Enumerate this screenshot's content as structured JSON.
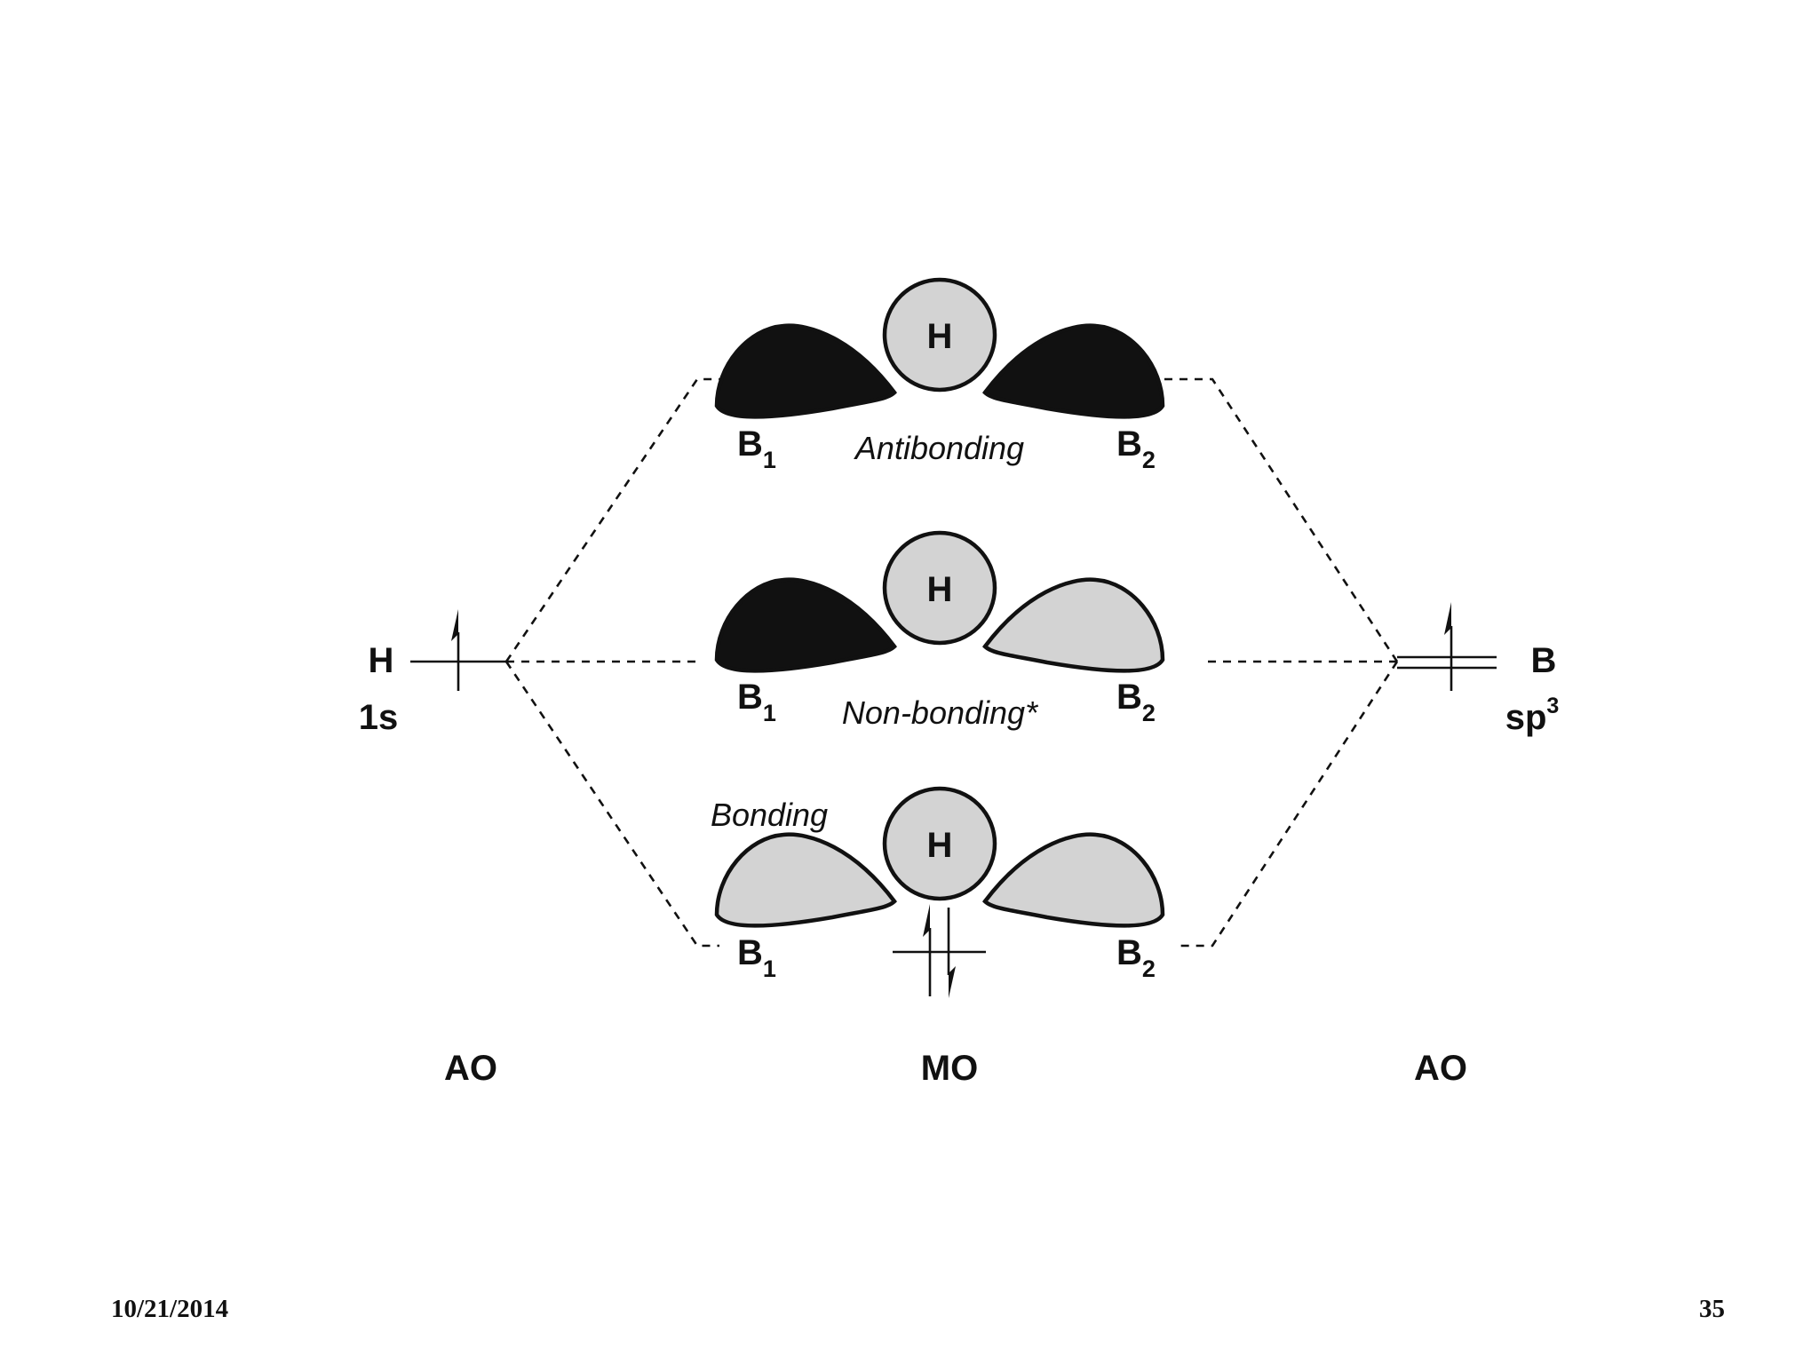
{
  "diagram": {
    "left_ao": {
      "element": "H",
      "orbital": "1s"
    },
    "right_ao": {
      "element": "B",
      "orbital": "sp",
      "orbital_sup": "3"
    },
    "mo_levels": [
      {
        "label": "Antibonding",
        "left_lobe_phase": "dark",
        "right_lobe_phase": "dark"
      },
      {
        "label": "Non-bonding*",
        "left_lobe_phase": "dark",
        "right_lobe_phase": "light"
      },
      {
        "label": "Bonding",
        "left_lobe_phase": "light",
        "right_lobe_phase": "light"
      }
    ],
    "center_atom": "H",
    "boron_left": "B",
    "boron_left_sub": "1",
    "boron_right": "B",
    "boron_right_sub": "2",
    "column_labels": {
      "left": "AO",
      "center": "MO",
      "right": "AO"
    },
    "colors": {
      "dark_lobe": "#111111",
      "light_lobe": "#d3d3d3",
      "line": "#111111"
    }
  },
  "footer": {
    "date": "10/21/2014",
    "page": "35"
  }
}
